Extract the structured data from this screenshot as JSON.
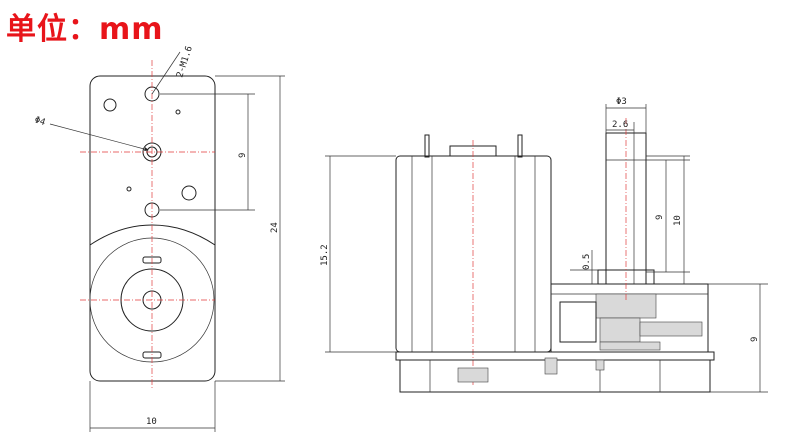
{
  "title": "单位：mm",
  "front_view": {
    "label_hole_spec": "2-M1.6",
    "label_center_diameter": "Φ4",
    "dim_hole_spacing": "9",
    "dim_total_height": "24",
    "dim_width": "10"
  },
  "side_view": {
    "dim_shaft_diameter": "Φ3",
    "dim_shaft_flat": "2.6",
    "dim_flat_length": "9",
    "dim_shaft_length": "10",
    "dim_shoulder": "0.5",
    "dim_motor_height": "15.2",
    "dim_gearbox_height": "9"
  }
}
